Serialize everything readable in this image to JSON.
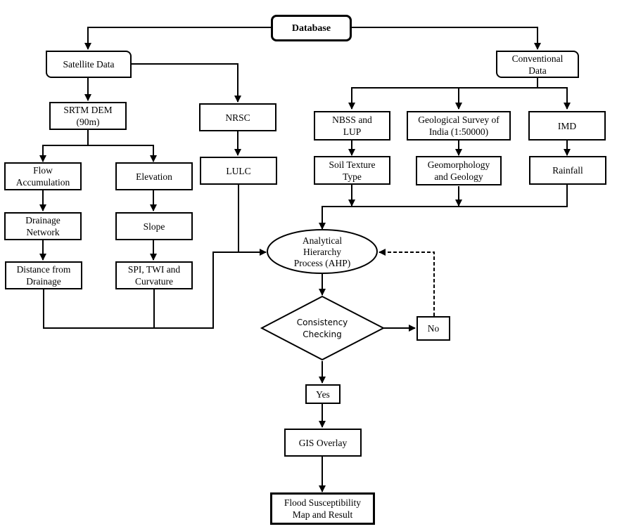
{
  "diagram": {
    "type": "flowchart",
    "nodes": {
      "database": "Database",
      "satellite_data": "Satellite Data",
      "conventional_data": "Conventional\nData",
      "srtm_dem": "SRTM DEM\n(90m)",
      "nrsc": "NRSC",
      "lulc": "LULC",
      "nbss_lup": "NBSS and\nLUP",
      "gsi": "Geological Survey of\nIndia (1:50000)",
      "imd": "IMD",
      "soil_texture": "Soil Texture\nType",
      "geomorphology": "Geomorphology\nand Geology",
      "rainfall": "Rainfall",
      "flow_accumulation": "Flow\nAccumulation",
      "elevation": "Elevation",
      "drainage_network": "Drainage\nNetwork",
      "slope": "Slope",
      "distance_drainage": "Distance from\nDrainage",
      "spi_twi": "SPI, TWI and\nCurvature",
      "ahp": "Analytical\nHierarchy\nProcess (AHP)",
      "consistency": "Consistency\nChecking",
      "no": "No",
      "yes": "Yes",
      "gis_overlay": "GIS Overlay",
      "result": "Flood Susceptibility\nMap and Result"
    },
    "edges": [
      [
        "database",
        "satellite_data"
      ],
      [
        "database",
        "conventional_data"
      ],
      [
        "satellite_data",
        "srtm_dem"
      ],
      [
        "satellite_data",
        "nrsc"
      ],
      [
        "srtm_dem",
        "flow_accumulation"
      ],
      [
        "srtm_dem",
        "elevation"
      ],
      [
        "flow_accumulation",
        "drainage_network"
      ],
      [
        "drainage_network",
        "distance_drainage"
      ],
      [
        "elevation",
        "slope"
      ],
      [
        "slope",
        "spi_twi"
      ],
      [
        "nrsc",
        "lulc"
      ],
      [
        "conventional_data",
        "nbss_lup"
      ],
      [
        "conventional_data",
        "gsi"
      ],
      [
        "conventional_data",
        "imd"
      ],
      [
        "nbss_lup",
        "soil_texture"
      ],
      [
        "gsi",
        "geomorphology"
      ],
      [
        "imd",
        "rainfall"
      ],
      [
        "distance_drainage",
        "ahp"
      ],
      [
        "spi_twi",
        "ahp"
      ],
      [
        "lulc",
        "ahp"
      ],
      [
        "soil_texture",
        "ahp"
      ],
      [
        "geomorphology",
        "ahp"
      ],
      [
        "rainfall",
        "ahp"
      ],
      [
        "ahp",
        "consistency"
      ],
      [
        "consistency",
        "no"
      ],
      [
        "no",
        "ahp",
        "dashed"
      ],
      [
        "consistency",
        "yes"
      ],
      [
        "yes",
        "gis_overlay"
      ],
      [
        "gis_overlay",
        "result"
      ]
    ]
  }
}
